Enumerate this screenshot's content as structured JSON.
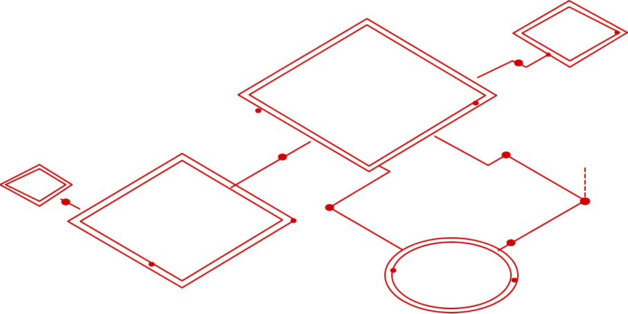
{
  "diagram": {
    "style": "isometric network outline",
    "colors": {
      "stroke": "#cc0000",
      "background": "#ffffff"
    },
    "nodes": [
      {
        "id": "platform-center",
        "shape": "double-outline diamond"
      },
      {
        "id": "platform-left",
        "shape": "double-outline diamond"
      },
      {
        "id": "platform-top-right",
        "shape": "double-outline diamond"
      },
      {
        "id": "platform-far-left",
        "shape": "double-outline diamond"
      },
      {
        "id": "ring-bottom",
        "shape": "double-outline ellipse"
      }
    ]
  }
}
